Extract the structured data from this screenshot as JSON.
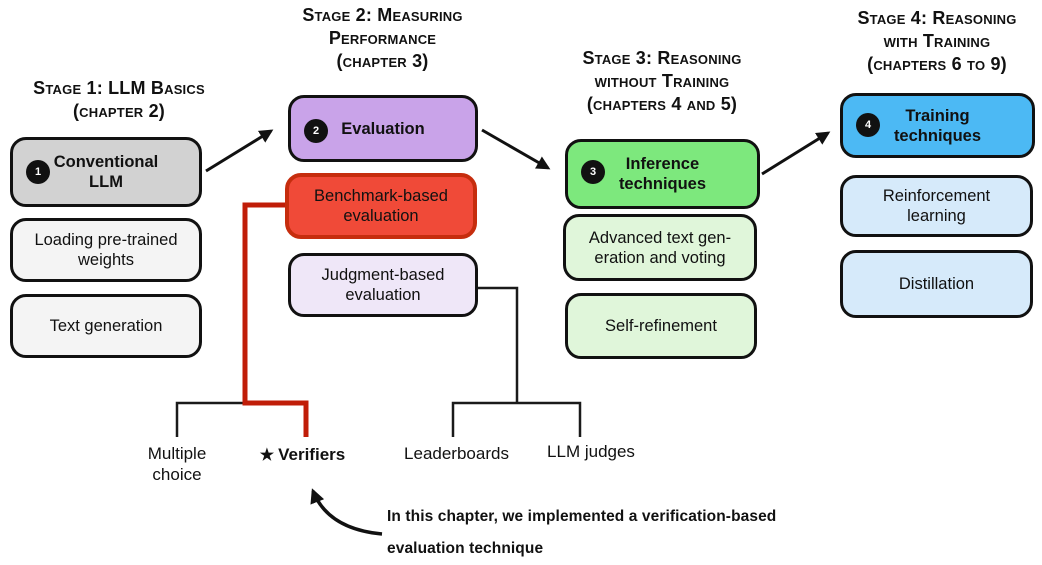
{
  "stages": [
    {
      "title_lines": [
        "Stage 1: LLM Basics",
        "(chapter 2)"
      ]
    },
    {
      "title_lines": [
        "Stage 2: Measuring",
        "Performance",
        "(chapter 3)"
      ]
    },
    {
      "title_lines": [
        "Stage 3: Reasoning",
        "without Training",
        "(chapters 4 and 5)"
      ]
    },
    {
      "title_lines": [
        "Stage 4: Reasoning",
        "with Training",
        "(chapters 6 to 9)"
      ]
    }
  ],
  "boxes": {
    "conventional_llm": {
      "number": "1",
      "lines": [
        "Conventional",
        "LLM"
      ]
    },
    "loading_weights": {
      "lines": [
        "Loading pre-trained",
        "weights"
      ]
    },
    "text_generation": {
      "label": "Text generation"
    },
    "evaluation": {
      "number": "2",
      "label": "Evaluation"
    },
    "benchmark_eval": {
      "lines": [
        "Benchmark-based",
        "evaluation"
      ]
    },
    "judgment_eval": {
      "lines": [
        "Judgment-based",
        "evaluation"
      ]
    },
    "inference_techniques": {
      "number": "3",
      "lines": [
        "Inference",
        "techniques"
      ]
    },
    "advanced_text_gen": {
      "lines": [
        "Advanced text gen-",
        "eration and voting"
      ]
    },
    "self_refinement": {
      "label": "Self-refinement"
    },
    "training_techniques": {
      "number": "4",
      "lines": [
        "Training",
        "techniques"
      ]
    },
    "reinforcement_learning": {
      "lines": [
        "Reinforcement",
        "learning"
      ]
    },
    "distillation": {
      "label": "Distillation"
    }
  },
  "tree_labels": {
    "multiple_choice_lines": [
      "Multiple",
      "choice"
    ],
    "verifiers_star": "★",
    "verifiers": "Verifiers",
    "leaderboards": "Leaderboards",
    "llm_judges": "LLM judges"
  },
  "annotation": {
    "lines": [
      "In this chapter, we implemented a verification-based",
      "evaluation technique"
    ]
  },
  "colors": {
    "stage1_primary": "#d2d2d2",
    "stage1_secondary": "#f4f4f4",
    "stage2_primary": "#c9a3e9",
    "benchmark_fill": "#f04a38",
    "benchmark_border": "#c62d0e",
    "judgment_fill": "#efe7f8",
    "stage3_primary": "#7de87d",
    "stage3_secondary": "#e0f6da",
    "stage4_primary": "#4cb9f4",
    "stage4_secondary": "#d6eafa",
    "highlight_red": "#c01d08",
    "connector_black": "#111111"
  }
}
